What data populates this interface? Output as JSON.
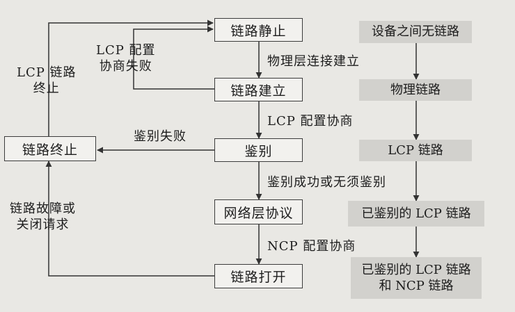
{
  "states": {
    "dead": "链路静止",
    "establish": "链路建立",
    "authenticate": "鉴别",
    "network": "网络层协议",
    "open": "链路打开",
    "terminate": "链路终止"
  },
  "transitions": {
    "physical_up": "物理层连接建立",
    "lcp_negotiate": "LCP 配置协商",
    "auth_ok": "鉴别成功或无须鉴别",
    "ncp_negotiate": "NCP 配置协商",
    "auth_fail": "鉴别失败",
    "lcp_fail_line1": "LCP 配置",
    "lcp_fail_line2": "协商失败",
    "lcp_terminate_line1": "LCP 链路",
    "lcp_terminate_line2": "终止",
    "failure_line1": "链路故障或",
    "failure_line2": "关闭请求"
  },
  "link_states": {
    "s1": "设备之间无链路",
    "s2": "物理链路",
    "s3": "LCP 链路",
    "s4": "已鉴别的 LCP 链路",
    "s5_line1": "已鉴别的 LCP 链路",
    "s5_line2": "和 NCP 链路"
  }
}
